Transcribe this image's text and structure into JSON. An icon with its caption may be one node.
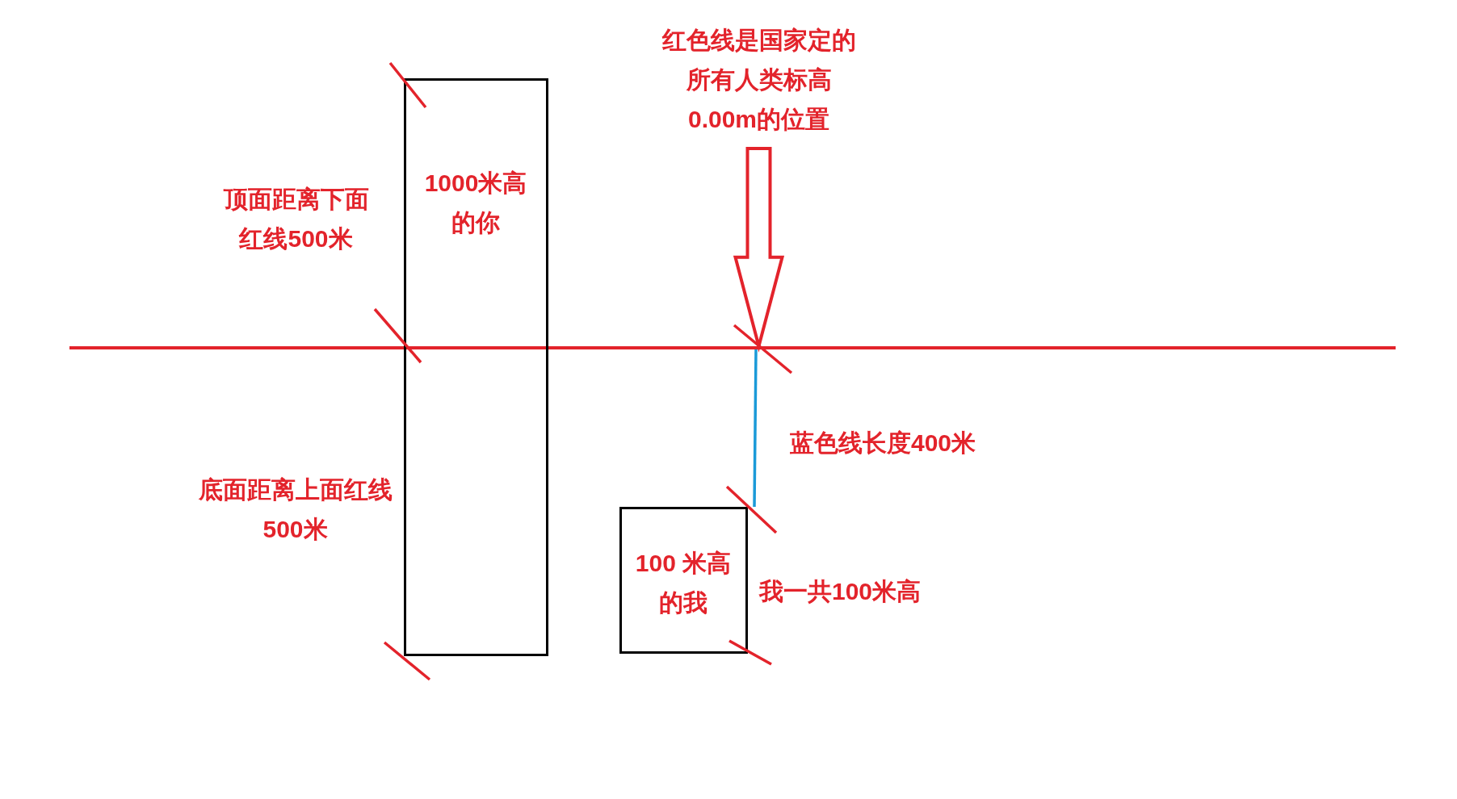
{
  "diagram": {
    "nodes": [
      {
        "text": [
          "红色线是国家定的所有人类标高0.00m的位置"
        ]
      },
      {
        "text": [
          "1000米高的你"
        ]
      },
      {
        "text": [],
        "shape": "line"
      },
      {
        "text": [
          "100 米高的我"
        ]
      }
    ],
    "edges": [
      {
        "from": 0,
        "to": 2,
        "arrow": "to",
        "style": "thick"
      }
    ],
    "labels": [
      "顶面距离下面红线500米",
      "蓝色线长度400米",
      "底面距离上面红线500米",
      "我一共100米高"
    ]
  }
}
